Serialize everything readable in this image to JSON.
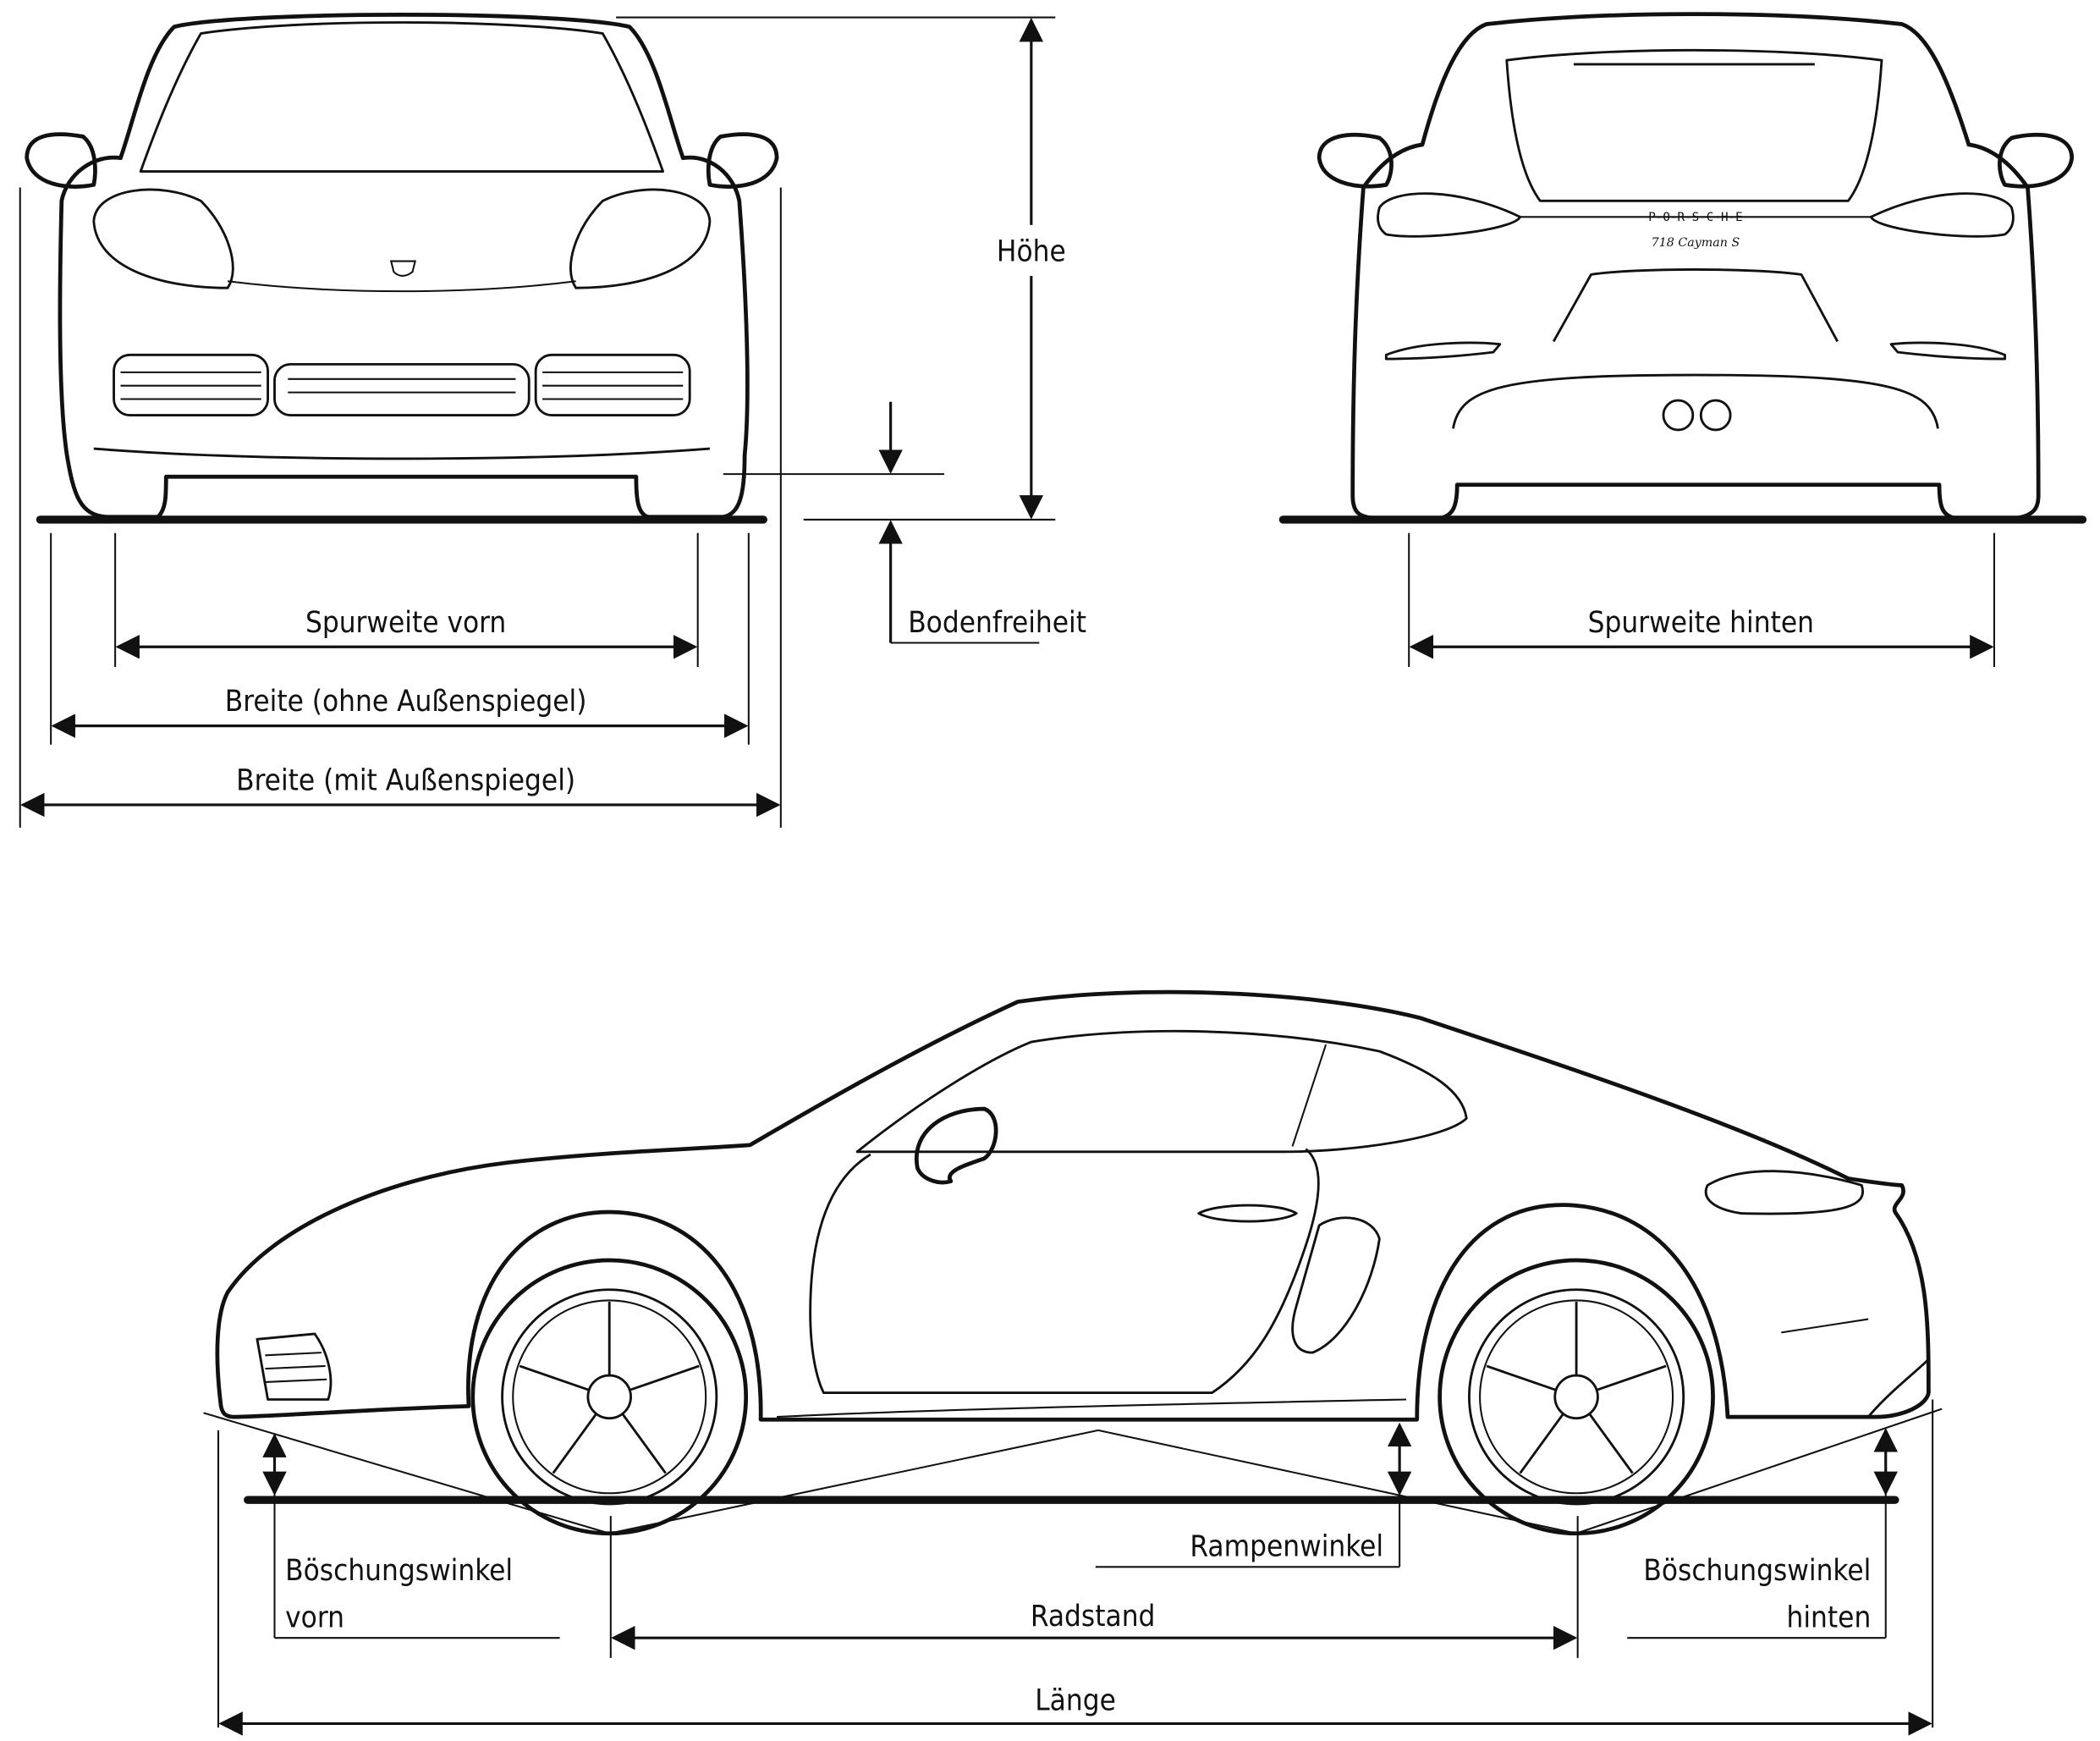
{
  "diagram": {
    "subject": "Porsche 718 Cayman S dimension drawing",
    "views": [
      "front",
      "rear",
      "side"
    ],
    "badges": {
      "rear_brand": "P-O-R-S-C-H-E",
      "rear_model": "718 Cayman S"
    },
    "labels": {
      "hoehe": "Höhe",
      "bodenfreiheit": "Bodenfreiheit",
      "spurweite_vorn": "Spurweite vorn",
      "breite_ohne": "Breite (ohne Außenspiegel)",
      "breite_mit": "Breite (mit Außenspiegel)",
      "spurweite_hinten": "Spurweite hinten",
      "rampenwinkel": "Rampenwinkel",
      "boeschung_vorn_1": "Böschungswinkel",
      "boeschung_vorn_2": "vorn",
      "radstand": "Radstand",
      "boeschung_hinten_1": "Böschungswinkel",
      "boeschung_hinten_2": "hinten",
      "laenge": "Länge"
    },
    "colors": {
      "line": "#111111",
      "background": "#ffffff"
    }
  }
}
